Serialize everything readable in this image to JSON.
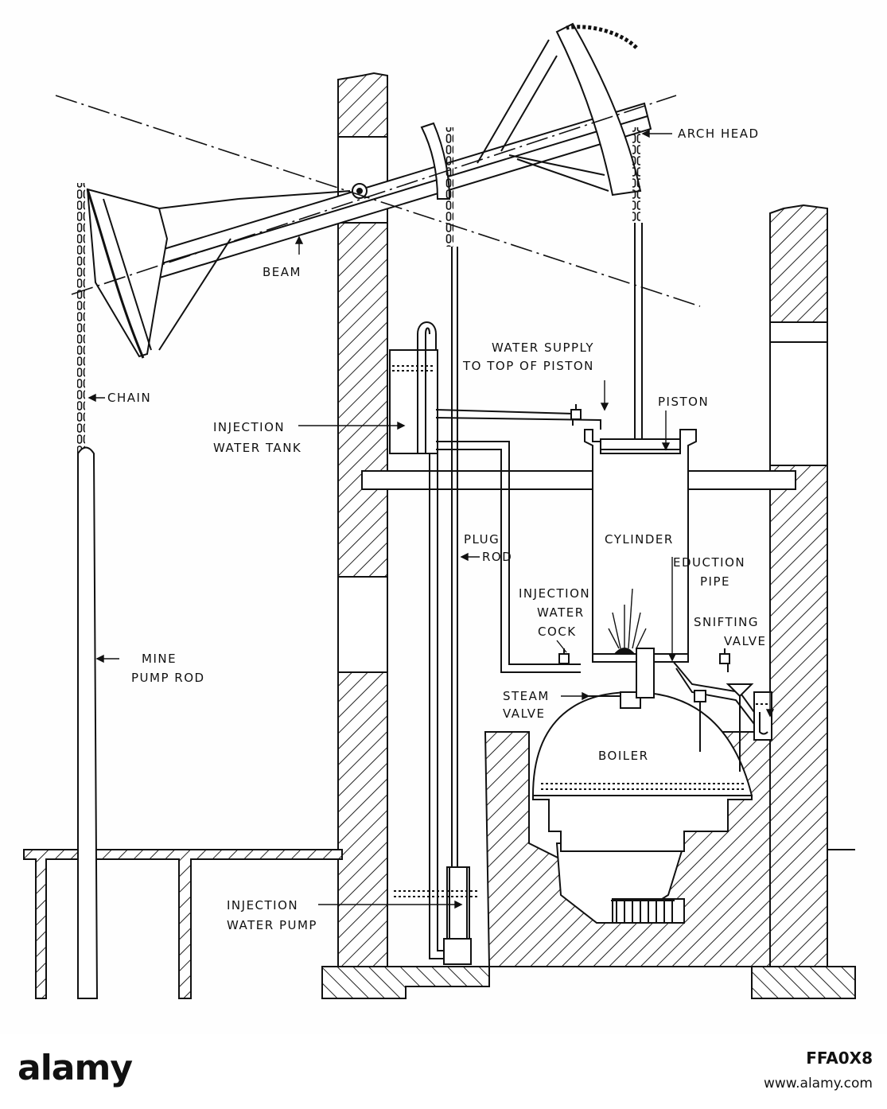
{
  "labels": {
    "arch_head": "ARCH HEAD",
    "beam": "BEAM",
    "chain": "CHAIN",
    "injection_water_tank_1": "INJECTION",
    "injection_water_tank_2": "WATER TANK",
    "water_supply_1": "WATER SUPPLY",
    "water_supply_2": "TO TOP OF PISTON",
    "piston": "PISTON",
    "plug_rod_1": "PLUG",
    "plug_rod_2": "ROD",
    "cylinder": "CYLINDER",
    "eduction_pipe_1": "EDUCTION",
    "eduction_pipe_2": "PIPE",
    "injection_water_cock_1": "INJECTION",
    "injection_water_cock_2": "WATER",
    "injection_water_cock_3": "COCK",
    "snifting_valve_1": "SNIFTING",
    "snifting_valve_2": "VALVE",
    "mine_pump_rod_1": "MINE",
    "mine_pump_rod_2": "PUMP ROD",
    "steam_valve_1": "STEAM",
    "steam_valve_2": "VALVE",
    "boiler": "BOILER",
    "injection_water_pump_1": "INJECTION",
    "injection_water_pump_2": "WATER PUMP"
  },
  "footer": {
    "brand": "alamy",
    "image_id": "FFA0X8",
    "url": "www.alamy.com"
  }
}
